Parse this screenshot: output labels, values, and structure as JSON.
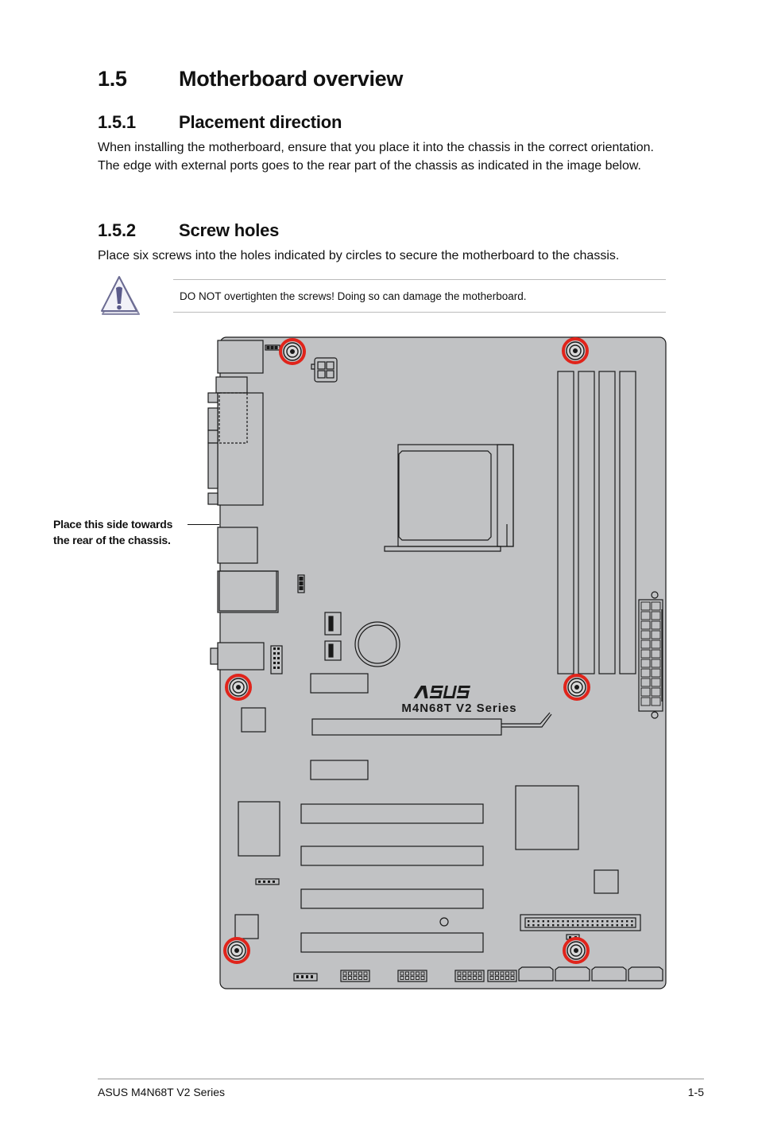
{
  "section": {
    "number": "1.5",
    "title": "Motherboard overview"
  },
  "sub1": {
    "number": "1.5.1",
    "title": "Placement direction",
    "body": "When installing the motherboard, ensure that you place it into the chassis in the correct orientation. The edge with external ports goes to the rear part of the chassis as indicated in the image below."
  },
  "sub2": {
    "number": "1.5.2",
    "title": "Screw holes",
    "body": "Place six screws into the holes indicated by circles to secure the motherboard to the chassis."
  },
  "warning": {
    "icon": "warning-exclamation-icon",
    "text": "DO NOT overtighten the screws! Doing so can damage the motherboard."
  },
  "diagram": {
    "callout_line1": "Place this side towards",
    "callout_line2": "the rear of the chassis.",
    "brand_logo": "ASUS",
    "model_label": "M4N68T V2 Series",
    "screw_hole_count": 6,
    "colors": {
      "board": "#c1c2c4",
      "screw_ring": "#e0241b",
      "outline": "#1a1a1a"
    }
  },
  "footer": {
    "left": "ASUS M4N68T V2 Series",
    "right": "1-5"
  }
}
